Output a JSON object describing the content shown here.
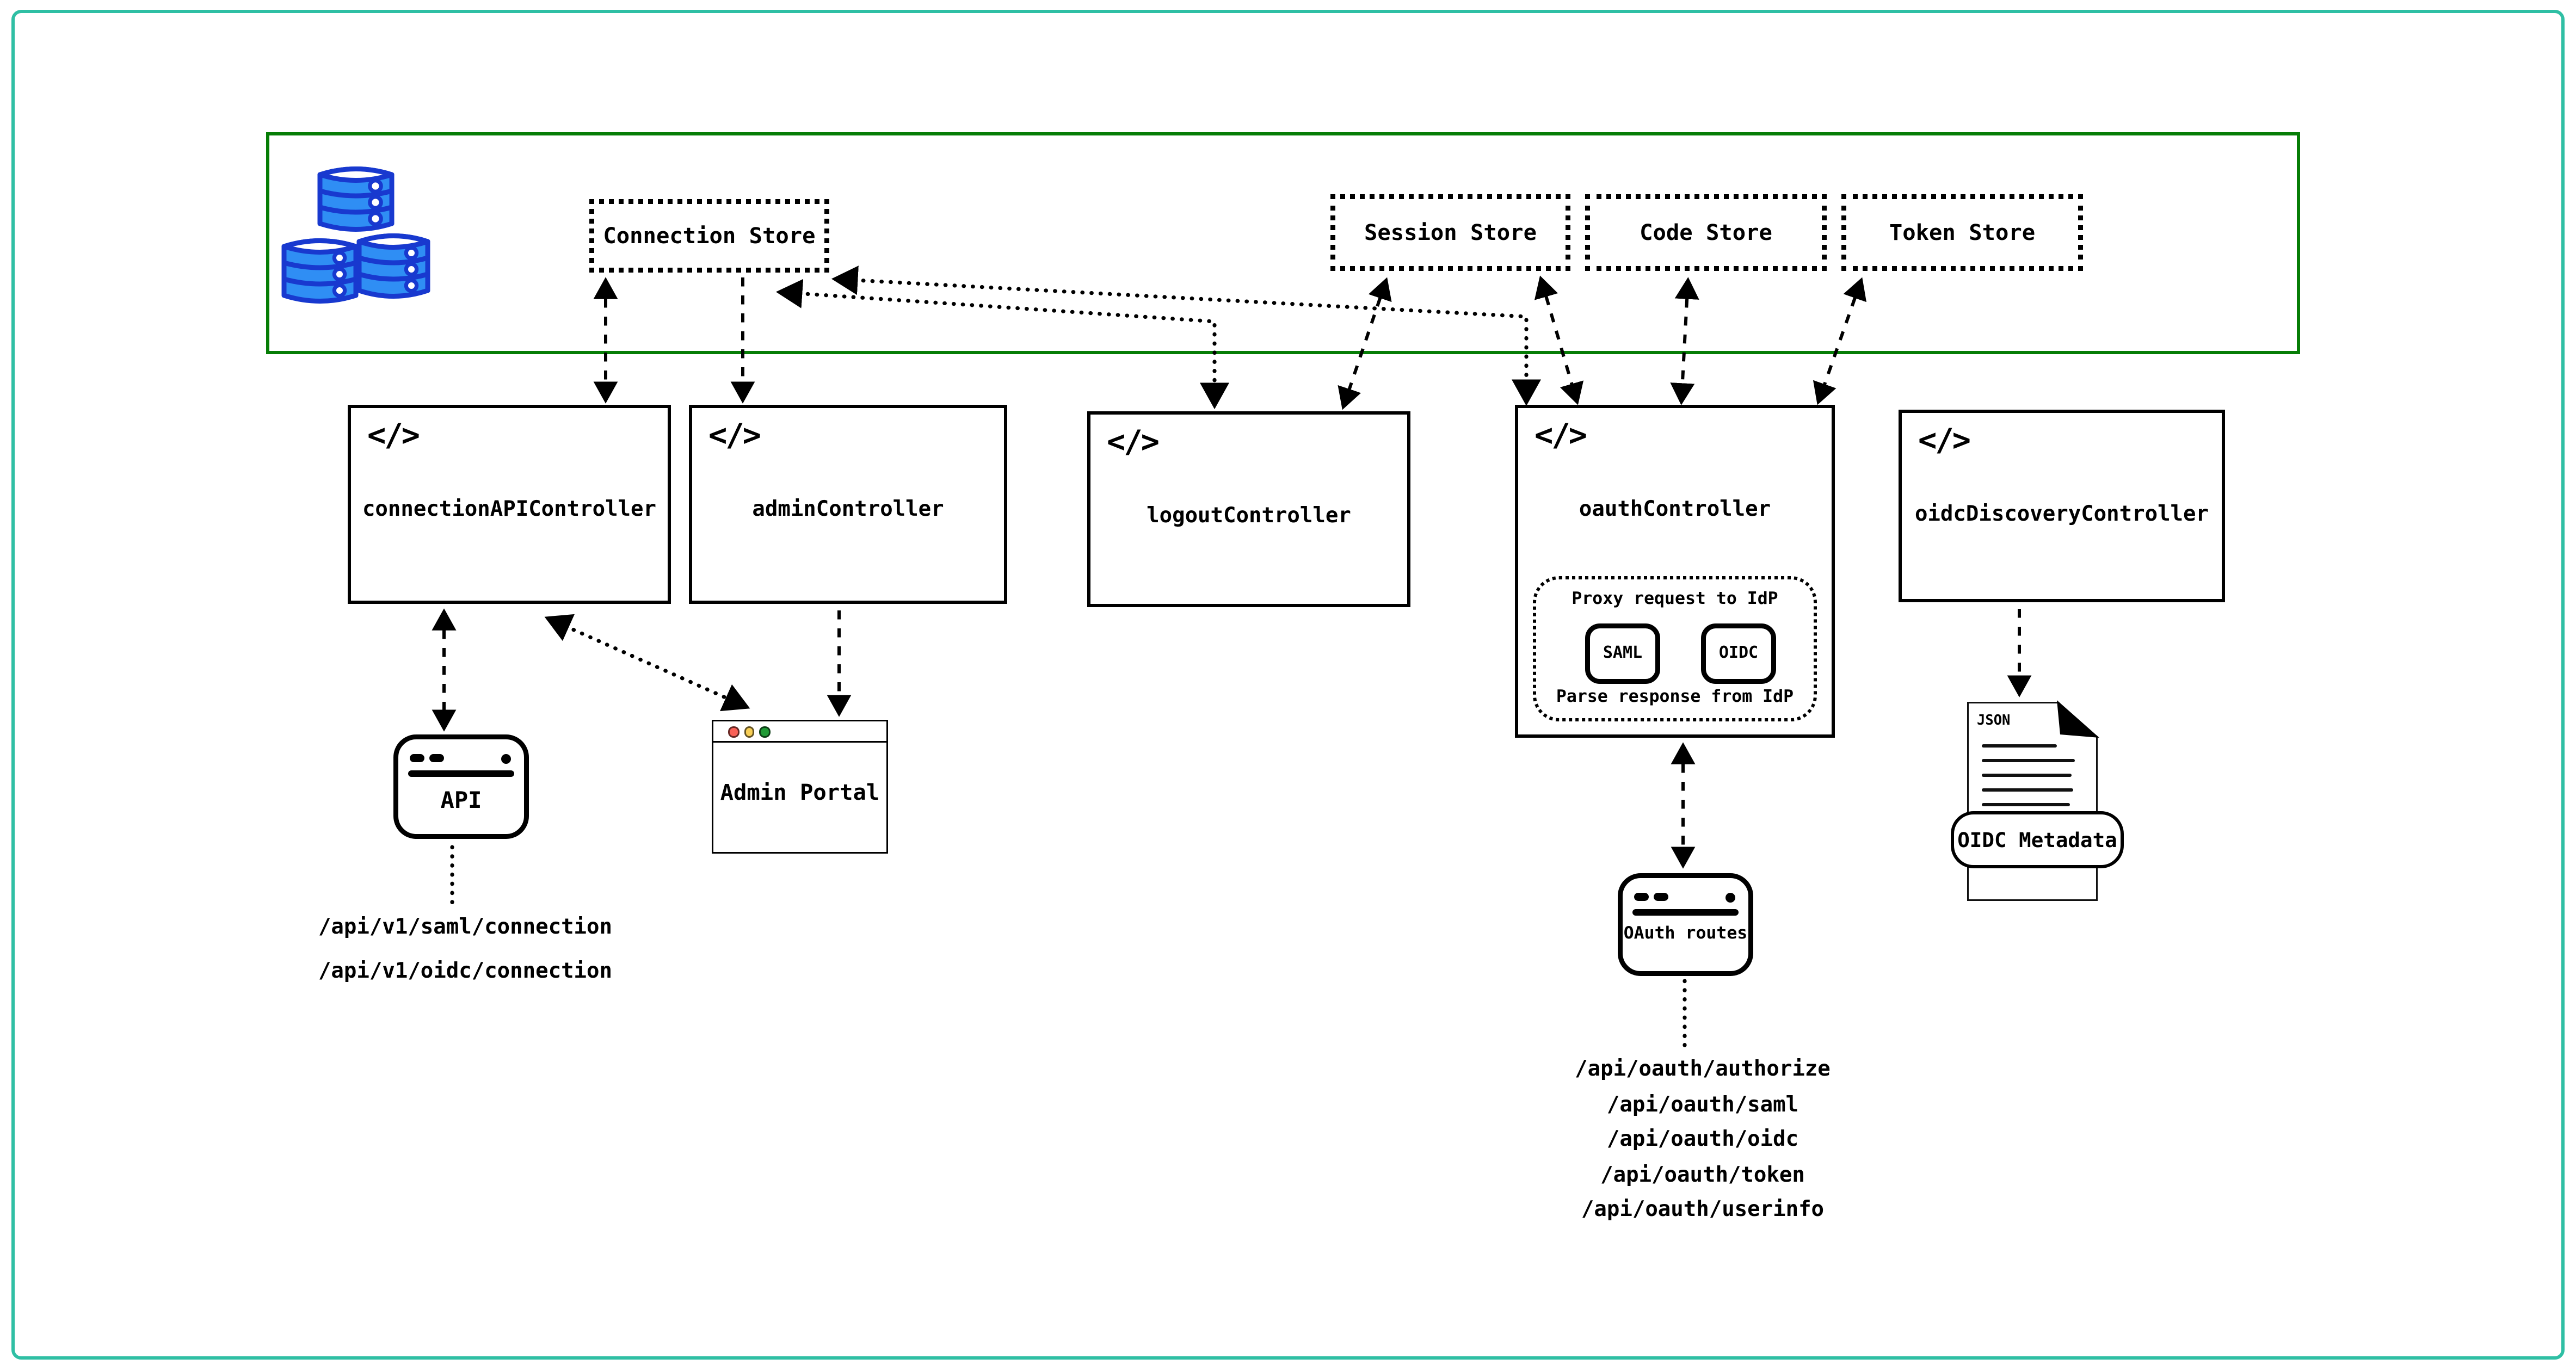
{
  "stores": [
    "Connection Store",
    "Session Store",
    "Code Store",
    "Token Store"
  ],
  "controllers": [
    "connectionAPIController",
    "adminController",
    "logoutController",
    "oauthController",
    "oidcDiscoveryController"
  ],
  "icons": {
    "code_glyph": "</>",
    "database": "database-icon",
    "traffic_lights": "traffic-lights-icon"
  },
  "oauth_proxy": {
    "title": "Proxy request to IdP",
    "protocols": [
      "SAML",
      "OIDC"
    ],
    "footer": "Parse response from IdP"
  },
  "windows": {
    "api": "API",
    "admin_portal": "Admin Portal",
    "oauth_routes": "OAuth routes"
  },
  "oidc_document": {
    "file_type": "JSON",
    "label": "OIDC Metadata"
  },
  "api_paths": [
    "/api/v1/saml/connection",
    "/api/v1/oidc/connection"
  ],
  "oauth_paths": [
    "/api/oauth/authorize",
    "/api/oauth/saml",
    "/api/oauth/oidc",
    "/api/oauth/token",
    "/api/oauth/userinfo"
  ],
  "colors": {
    "outer_border": "#2fbfa4",
    "zone_border": "#067d06",
    "database_fill": "#2f8ef4",
    "database_stroke": "#1839cf",
    "line": "#000000",
    "traffic_red": "#f96157",
    "traffic_yellow": "#f7ce55",
    "traffic_green": "#1f9a35"
  }
}
